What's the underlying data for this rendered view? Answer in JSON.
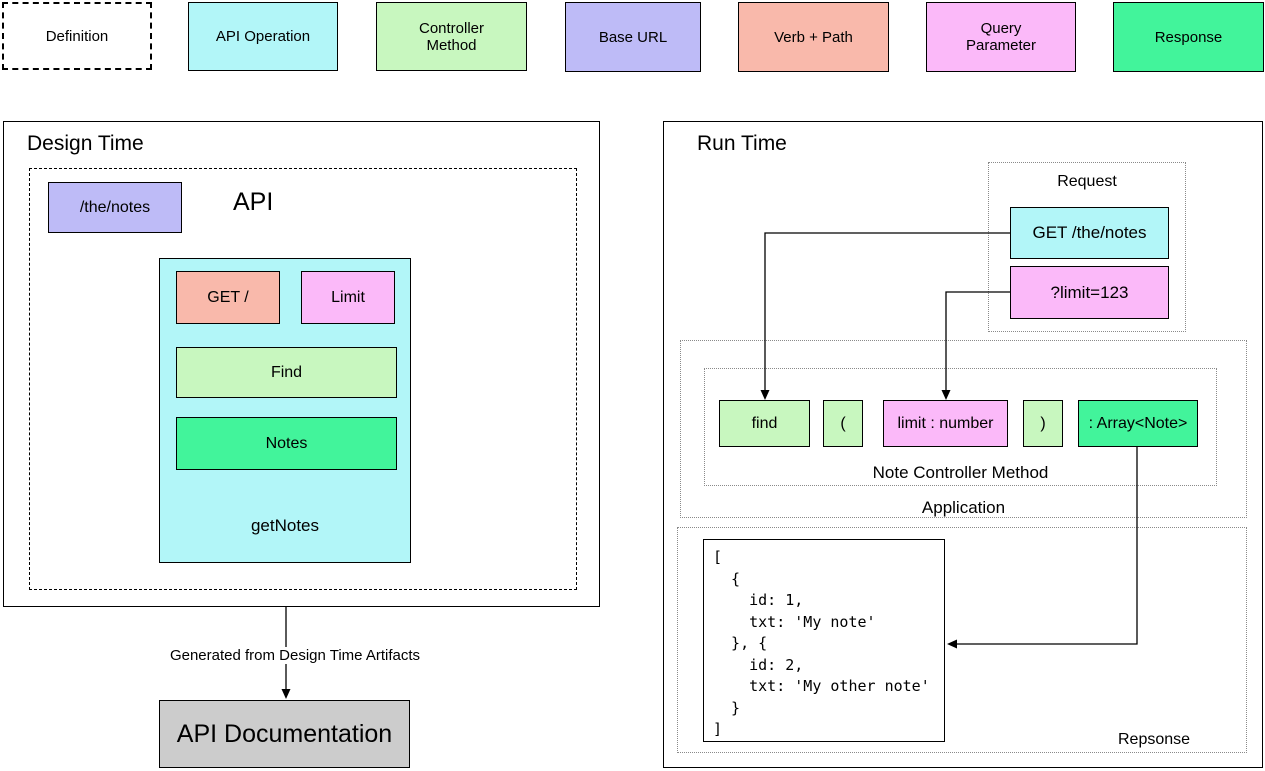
{
  "legend": {
    "items": [
      {
        "label": "Definition"
      },
      {
        "label": "API Operation"
      },
      {
        "label": "Controller Method"
      },
      {
        "label": "Base URL"
      },
      {
        "label": "Verb + Path"
      },
      {
        "label": "Query Parameter"
      },
      {
        "label": "Response"
      }
    ]
  },
  "colors": {
    "definition": "#ffffff",
    "api_operation": "#b2f6f8",
    "controller_method": "#c8f7bf",
    "base_url": "#bebbf7",
    "verb_path": "#f9b9ab",
    "query_parameter": "#fbb9f9",
    "response": "#42f49b",
    "documentation": "#cccccc"
  },
  "design_time": {
    "title": "Design Time",
    "api_frame_label": "API",
    "base_url": "/the/notes",
    "operation": {
      "verb_path": "GET /",
      "query_param": "Limit",
      "controller_method": "Find",
      "response": "Notes",
      "name": "getNotes"
    },
    "arrow_label": "Generated from Design Time Artifacts",
    "documentation": "API Documentation"
  },
  "run_time": {
    "title": "Run Time",
    "request": {
      "label": "Request",
      "verb_path": "GET /the/notes",
      "query_param": "?limit=123"
    },
    "application": {
      "label": "Application",
      "controller": {
        "label": "Note Controller Method",
        "method_name": "find",
        "open_paren": "(",
        "parameter": "limit : number",
        "close_paren": ")",
        "return_type": ": Array<Note>"
      }
    },
    "response": {
      "label": "Repsonse",
      "code_lines": [
        "[",
        "  {",
        "    id: 1,",
        "    txt: 'My note'",
        "  }, {",
        "    id: 2,",
        "    txt: 'My other note'",
        "  }",
        "]"
      ]
    }
  }
}
